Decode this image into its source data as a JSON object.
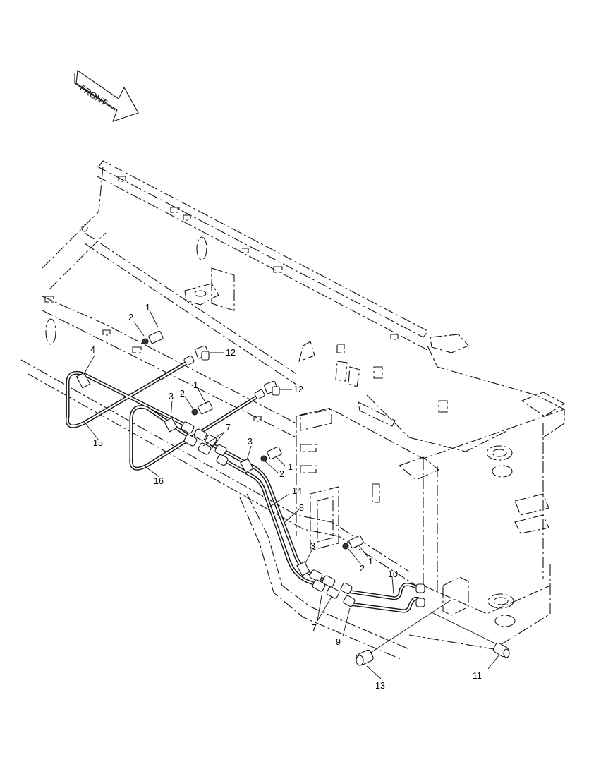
{
  "direction_arrow": {
    "label": "FRONT"
  },
  "callouts": [
    {
      "id": "c1a",
      "text": "1"
    },
    {
      "id": "c2a",
      "text": "2"
    },
    {
      "id": "c4",
      "text": "4"
    },
    {
      "id": "c12a",
      "text": "12"
    },
    {
      "id": "c12b",
      "text": "12"
    },
    {
      "id": "c3a",
      "text": "3"
    },
    {
      "id": "c2b",
      "text": "2"
    },
    {
      "id": "c1b",
      "text": "1"
    },
    {
      "id": "c7a",
      "text": "7"
    },
    {
      "id": "c3b",
      "text": "3"
    },
    {
      "id": "c1c",
      "text": "1"
    },
    {
      "id": "c2c",
      "text": "2"
    },
    {
      "id": "c15",
      "text": "15"
    },
    {
      "id": "c16",
      "text": "16"
    },
    {
      "id": "c14",
      "text": "14"
    },
    {
      "id": "c8",
      "text": "8"
    },
    {
      "id": "c3c",
      "text": "3"
    },
    {
      "id": "c1d",
      "text": "1"
    },
    {
      "id": "c2d",
      "text": "2"
    },
    {
      "id": "c10",
      "text": "10"
    },
    {
      "id": "c7b",
      "text": "7"
    },
    {
      "id": "c9",
      "text": "9"
    },
    {
      "id": "c11",
      "text": "11"
    },
    {
      "id": "c13",
      "text": "13"
    }
  ]
}
